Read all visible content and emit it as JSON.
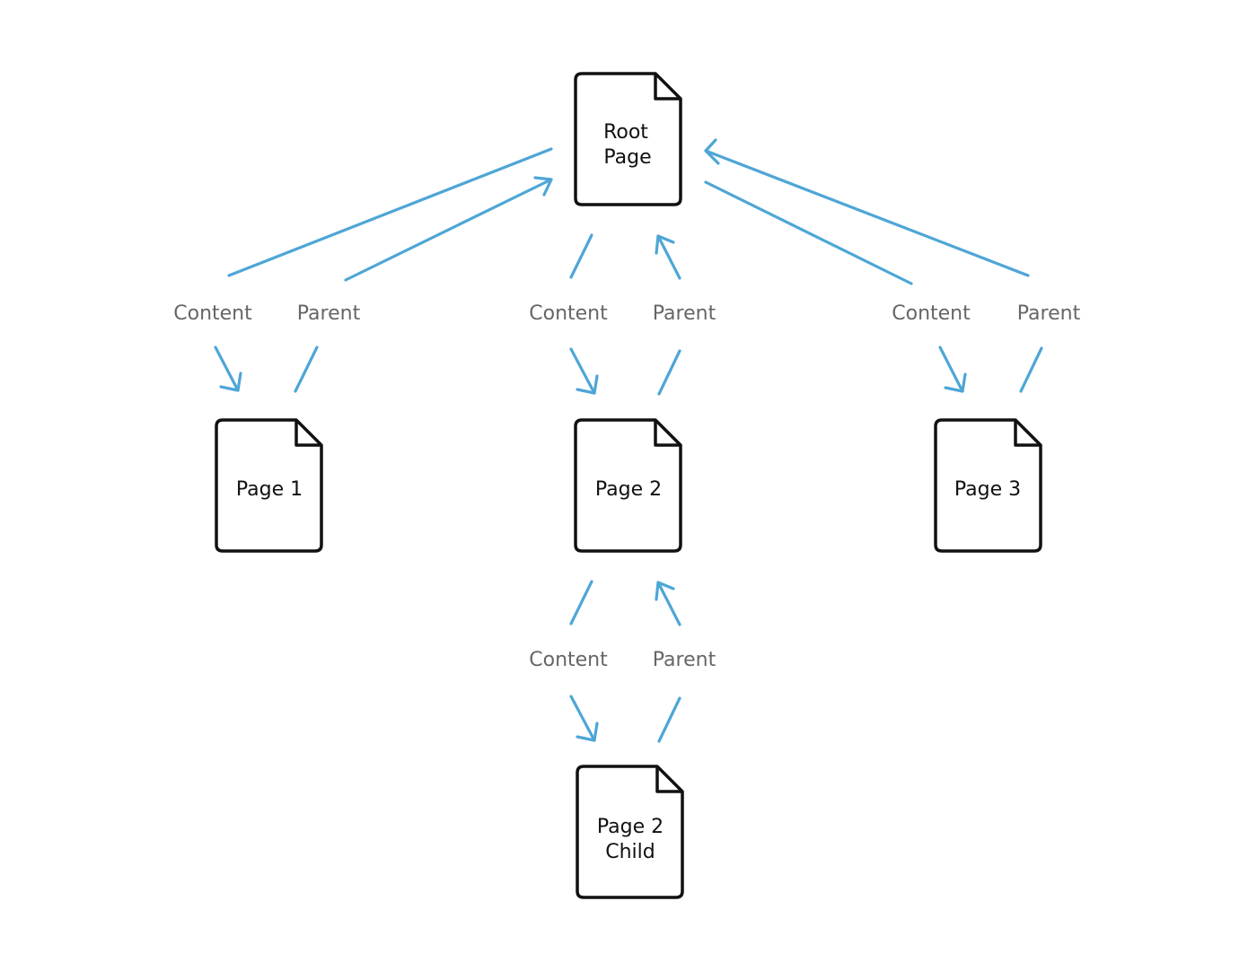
{
  "colors": {
    "arrow": "#4ea6d6",
    "page_outline": "#111111",
    "edge_label": "#666666",
    "page_label": "#111111"
  },
  "icon": "document-icon",
  "nodes": {
    "root": {
      "line1": "Root",
      "line2": "Page"
    },
    "page1": {
      "line1": "Page 1"
    },
    "page2": {
      "line1": "Page 2"
    },
    "page3": {
      "line1": "Page 3"
    },
    "page2child": {
      "line1": "Page 2",
      "line2": "Child"
    }
  },
  "edges": {
    "root_page1": {
      "content": "Content",
      "parent": "Parent"
    },
    "root_page2": {
      "content": "Content",
      "parent": "Parent"
    },
    "root_page3": {
      "content": "Content",
      "parent": "Parent"
    },
    "page2_child": {
      "content": "Content",
      "parent": "Parent"
    }
  }
}
